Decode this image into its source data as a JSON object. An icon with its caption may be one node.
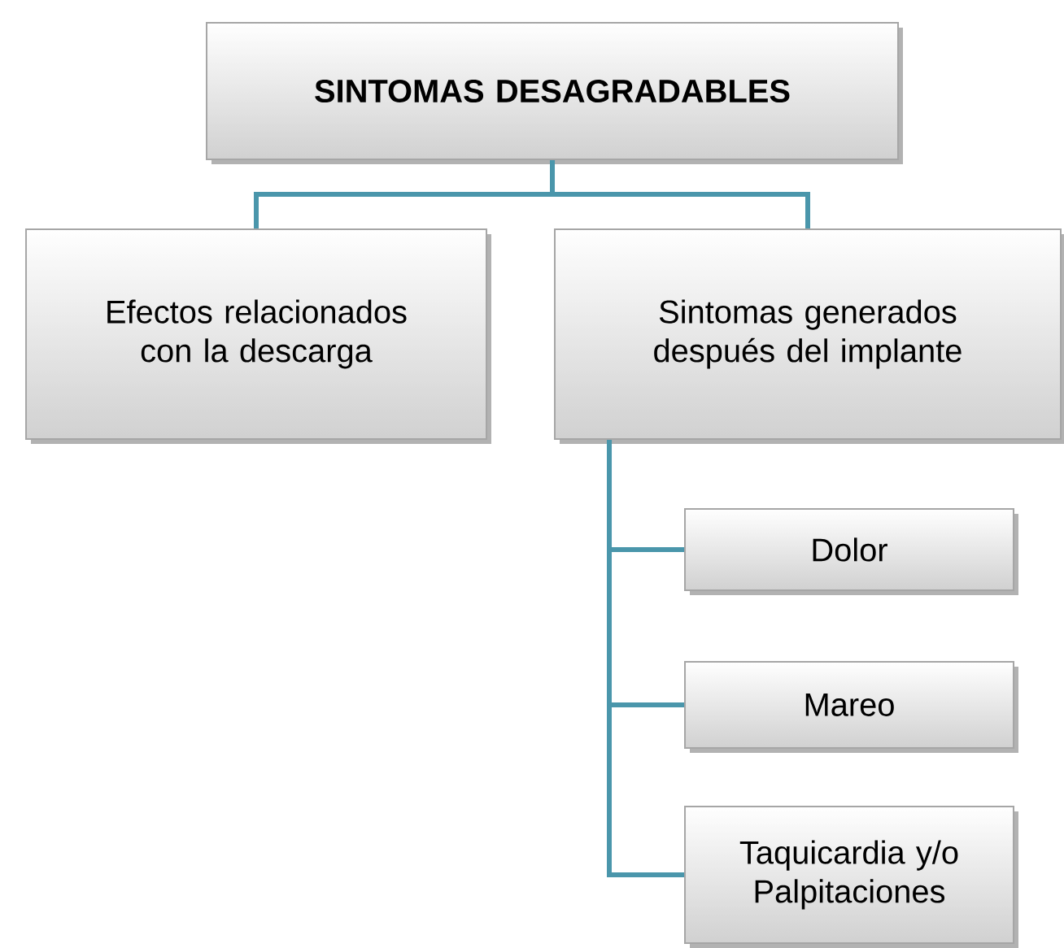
{
  "diagram": {
    "nodes": [
      {
        "text": [
          "SINTOMAS DESAGRADABLES"
        ]
      },
      {
        "text": [
          "Efectos relacionados con la descarga"
        ]
      },
      {
        "text": [
          "Sintomas generados después del implante"
        ]
      },
      {
        "text": [
          "Dolor"
        ]
      },
      {
        "text": [
          "Mareo"
        ]
      },
      {
        "text": [
          "Taquicardia y/o Palpitaciones"
        ]
      }
    ],
    "edges": [
      {
        "from": 0,
        "to": 1,
        "arrow": "none"
      },
      {
        "from": 0,
        "to": 2,
        "arrow": "none"
      },
      {
        "from": 2,
        "to": 3,
        "arrow": "none"
      },
      {
        "from": 2,
        "to": 4,
        "arrow": "none"
      },
      {
        "from": 2,
        "to": 5,
        "arrow": "none"
      }
    ]
  }
}
